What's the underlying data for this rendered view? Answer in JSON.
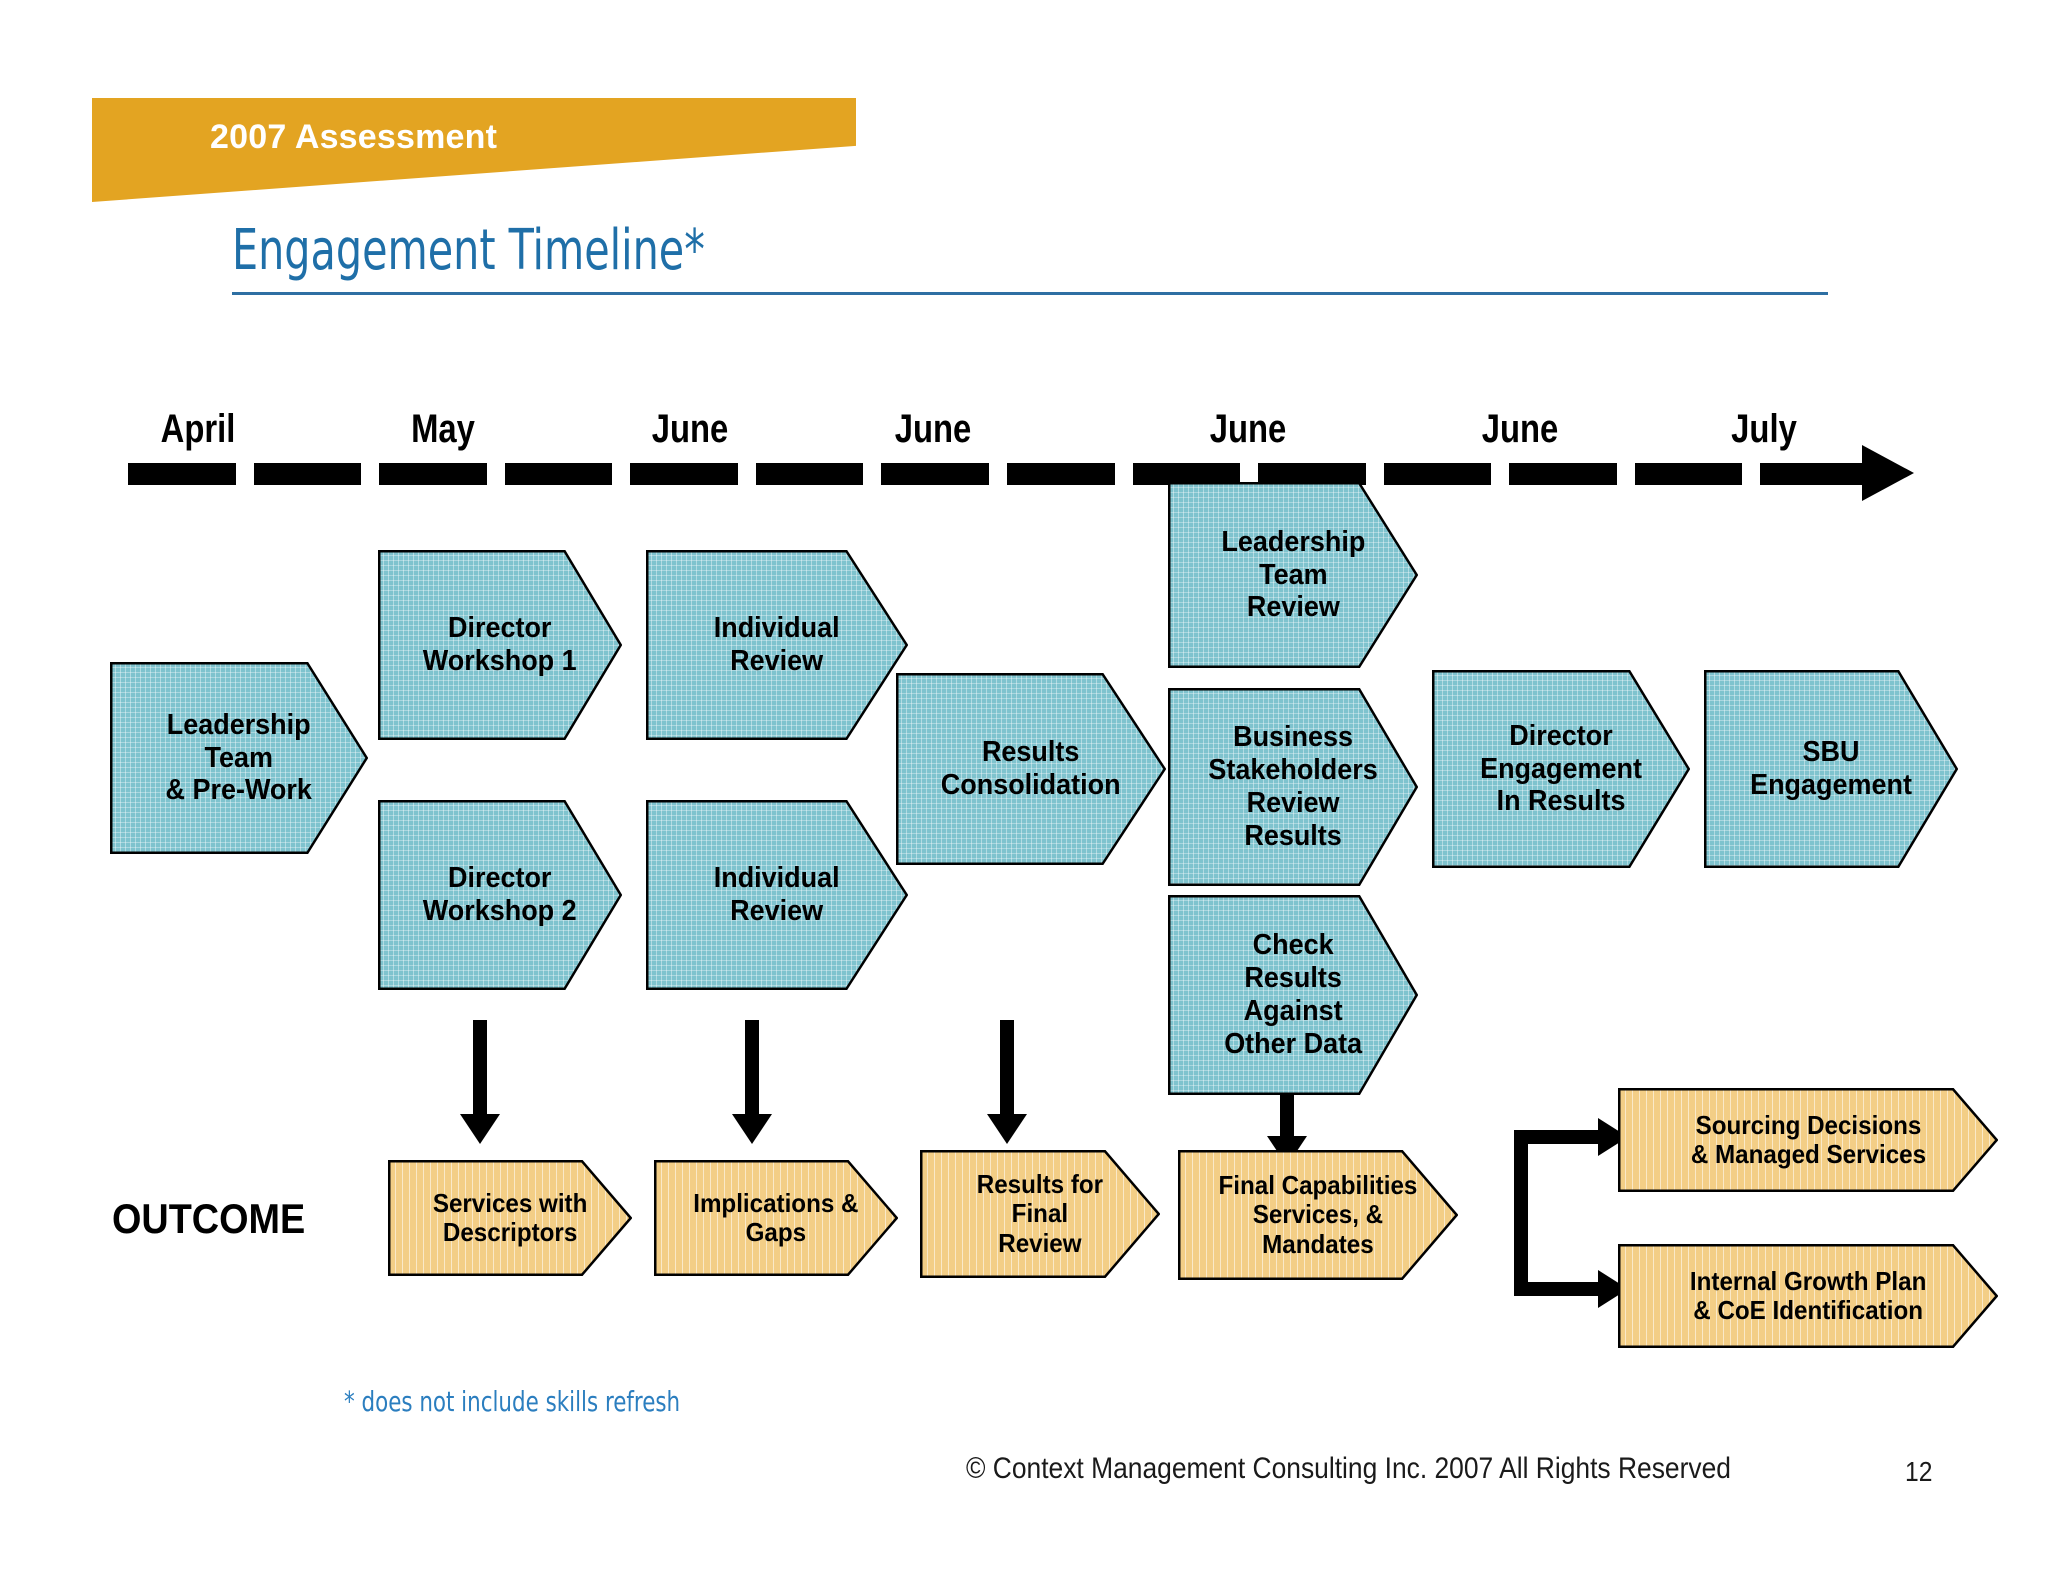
{
  "banner": {
    "label": "2007 Assessment",
    "color": "#E3A422"
  },
  "title": {
    "text": "Engagement Timeline*",
    "color": "#1F6FA8"
  },
  "timeline": {
    "months": [
      "April",
      "May",
      "June",
      "June",
      "June",
      "June",
      "July"
    ],
    "arrow_direction": "right"
  },
  "colors": {
    "process_fill": "#7FC3CE",
    "outcome_fill": "#F3CE86",
    "stroke": "#000000",
    "banner": "#E3A422",
    "title_blue": "#1F6FA8",
    "footnote_blue": "#2B7EBF"
  },
  "process_steps": [
    {
      "id": "leadership-team-pre-work",
      "label": "Leadership\nTeam\n& Pre-Work"
    },
    {
      "id": "director-workshop-1",
      "label": "Director\nWorkshop 1"
    },
    {
      "id": "director-workshop-2",
      "label": "Director\nWorkshop 2"
    },
    {
      "id": "individual-review-1",
      "label": "Individual\nReview"
    },
    {
      "id": "individual-review-2",
      "label": "Individual\nReview"
    },
    {
      "id": "results-consolidation",
      "label": "Results\nConsolidation"
    },
    {
      "id": "leadership-team-review",
      "label": "Leadership\nTeam\nReview"
    },
    {
      "id": "business-stakeholders-review-results",
      "label": "Business\nStakeholders\nReview\nResults"
    },
    {
      "id": "check-results-against-other-data",
      "label": "Check\nResults\nAgainst\nOther Data"
    },
    {
      "id": "director-engagement-in-results",
      "label": "Director\nEngagement\nIn Results"
    },
    {
      "id": "sbu-engagement",
      "label": "SBU\nEngagement"
    }
  ],
  "outcome": {
    "row_label": "OUTCOME",
    "steps": [
      {
        "id": "services-with-descriptors",
        "label": "Services with\nDescriptors"
      },
      {
        "id": "implications-and-gaps",
        "label": "Implications &\nGaps"
      },
      {
        "id": "results-for-final-review",
        "label": "Results for\nFinal\nReview"
      },
      {
        "id": "final-capabilities-services-mandates",
        "label": "Final Capabilities\nServices, &\nMandates"
      },
      {
        "id": "sourcing-decisions-managed-services",
        "label": "Sourcing Decisions\n& Managed Services"
      },
      {
        "id": "internal-growth-plan-coe-identification",
        "label": "Internal Growth Plan\n& CoE Identification"
      }
    ]
  },
  "footnote": "* does not include skills refresh",
  "footer": {
    "copyright": "© Context Management Consulting Inc. 2007 All Rights Reserved",
    "page_number": "12"
  }
}
